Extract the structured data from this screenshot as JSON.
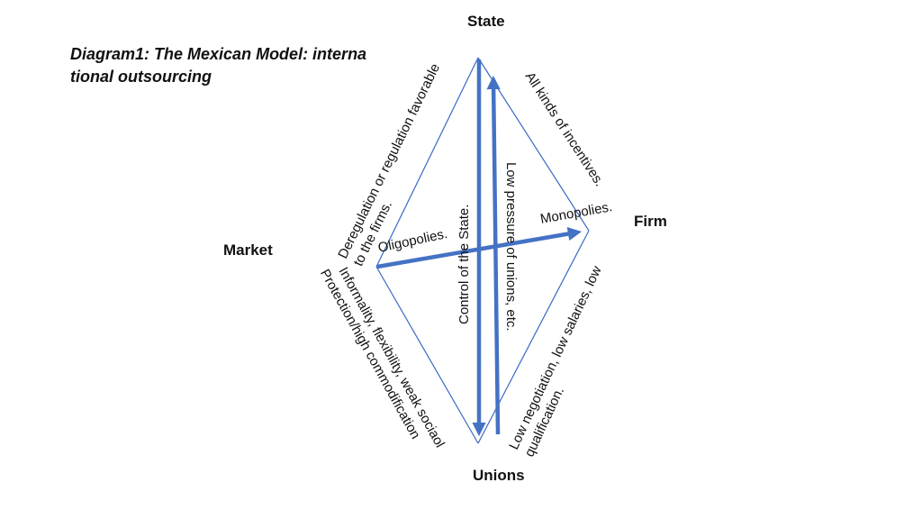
{
  "title": {
    "line1": "Diagram1: The Mexican Model: interna",
    "line2": "tional outsourcing"
  },
  "nodes": {
    "state": "State",
    "firm": "Firm",
    "market": "Market",
    "unions": "Unions"
  },
  "labels": {
    "state_market": [
      "Deregulation or regulation favorable",
      "to the firms."
    ],
    "state_firm": "All kinds of incentives.",
    "market_unions": [
      "Informality, flexibility, weak sociaol",
      "Protection/high commodification"
    ],
    "firm_unions": [
      "Low negotiation, low salaries, low",
      "qualification."
    ],
    "down_arrow": "Control of the State.",
    "up_arrow": "Low pressure of unions, etc.",
    "oligopolies": "Oligopolies.",
    "monopolies": "Monopolies."
  },
  "colors": {
    "edge": "#3b68c4",
    "arrow": "#4472c4"
  }
}
